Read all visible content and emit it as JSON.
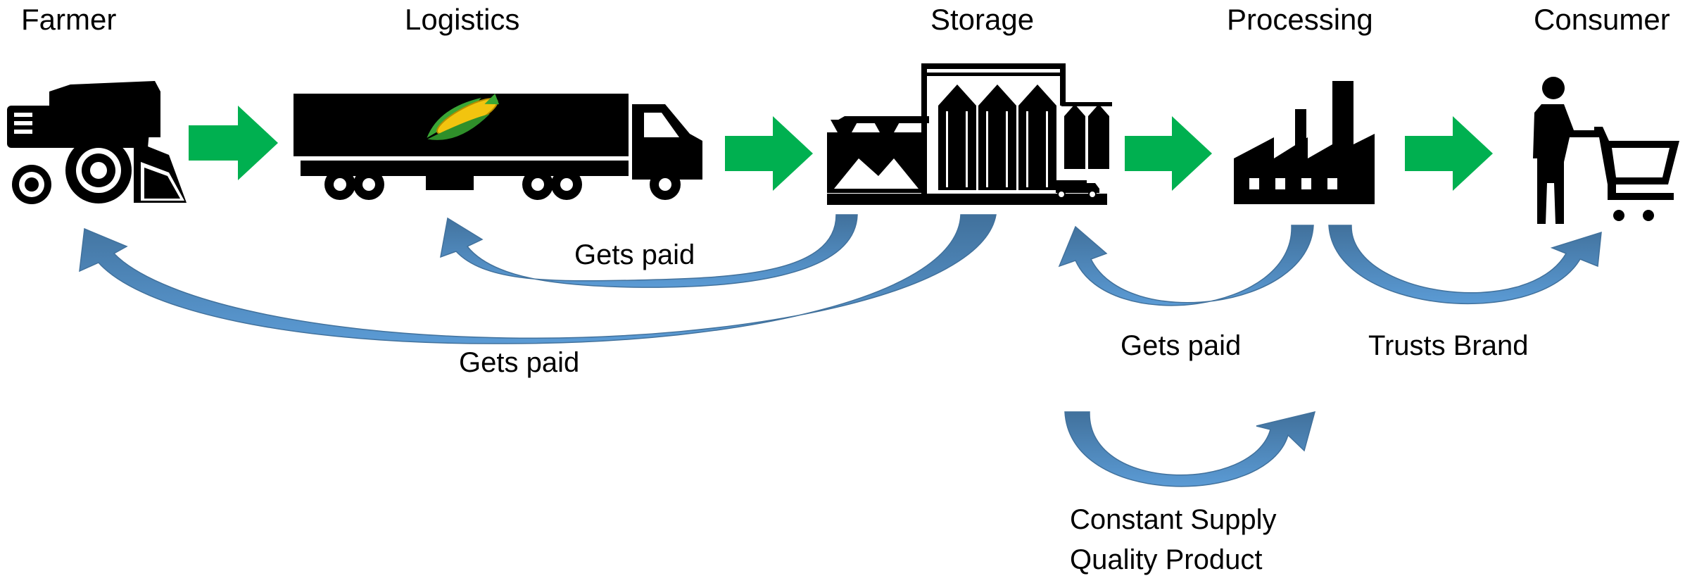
{
  "stages": {
    "farmer": "Farmer",
    "logistics": "Logistics",
    "storage": "Storage",
    "processing": "Processing",
    "consumer": "Consumer"
  },
  "flows": {
    "storage_to_logistics": "Gets paid",
    "storage_to_farmer": "Gets paid",
    "processing_to_storage": "Gets paid",
    "processing_to_consumer": "Trusts Brand",
    "storage_to_processing_line1": "Constant Supply",
    "storage_to_processing_line2": "Quality Product"
  },
  "colors": {
    "forward_arrow": "#00b050",
    "return_arrow_light": "#5b9bd5",
    "return_arrow_dark": "#41719c",
    "icon": "#000000",
    "corn_husk": "#3aa635",
    "corn_kernels": "#f2c40f"
  },
  "icons": {
    "farmer": "combine-harvester-icon",
    "logistics": "truck-with-corn-icon",
    "storage": "grain-silo-icon",
    "processing": "factory-icon",
    "consumer": "shopper-with-cart-icon"
  }
}
